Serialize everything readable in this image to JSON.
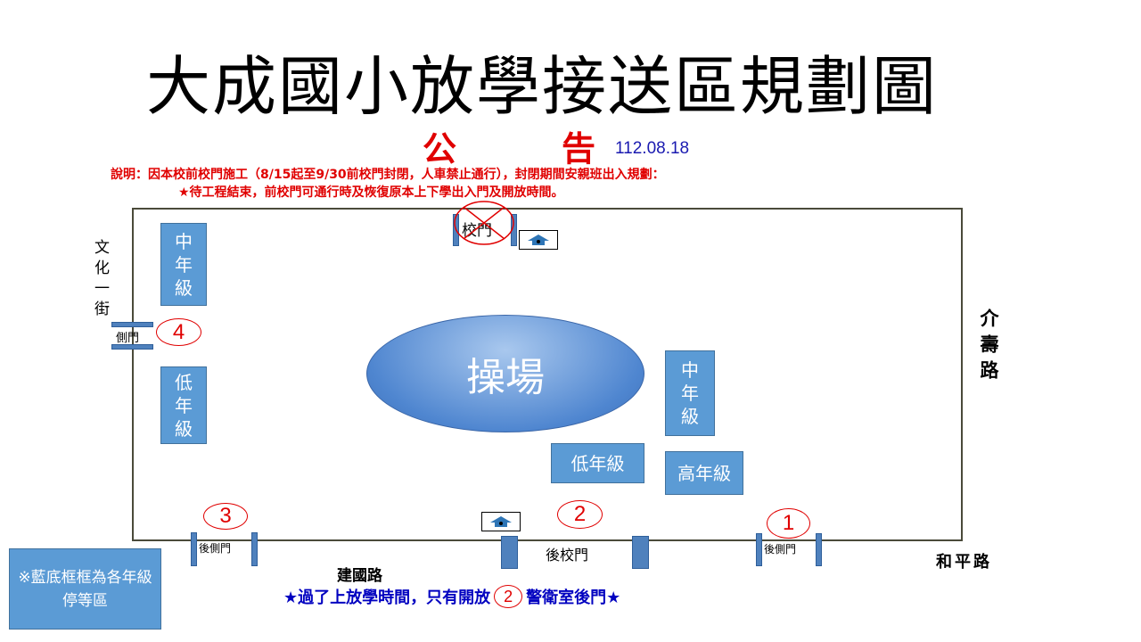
{
  "title": "大成國小放學接送區規劃圖",
  "announcement": {
    "char1": "公",
    "char2": "告",
    "date": "112.08.18"
  },
  "note": {
    "line1": "說明：因本校前校門施工（8/15起至9/30前校門封閉，人車禁止通行），封閉期間安親班出入規劃：",
    "line2": "★待工程結束，前校門可通行時及恢復原本上下學出入門及開放時間。"
  },
  "gates": {
    "front": "校門",
    "side4": "側門",
    "side3": "後側門",
    "back": "後校門",
    "side1": "後側門"
  },
  "gate_numbers": {
    "n1": "1",
    "n2": "2",
    "n3": "3",
    "n4": "4"
  },
  "zones": {
    "left_middle": "中年級",
    "left_lower": "低年級",
    "right_middle": "中年級",
    "lower": "低年級",
    "upper": "高年級"
  },
  "playground": "操場",
  "roads": {
    "west": "文化一街",
    "east": "介壽路",
    "south_west": "建國路",
    "south_east": "和平路"
  },
  "legend": "※藍底框框為各年級停等區",
  "footer": {
    "before": "★過了上放學時間，只有開放",
    "number": "2",
    "after": "警衛室後門★"
  },
  "colors": {
    "zone": "#5b9bd5",
    "red": "#e00000",
    "blue_text": "#1a1ab0"
  }
}
